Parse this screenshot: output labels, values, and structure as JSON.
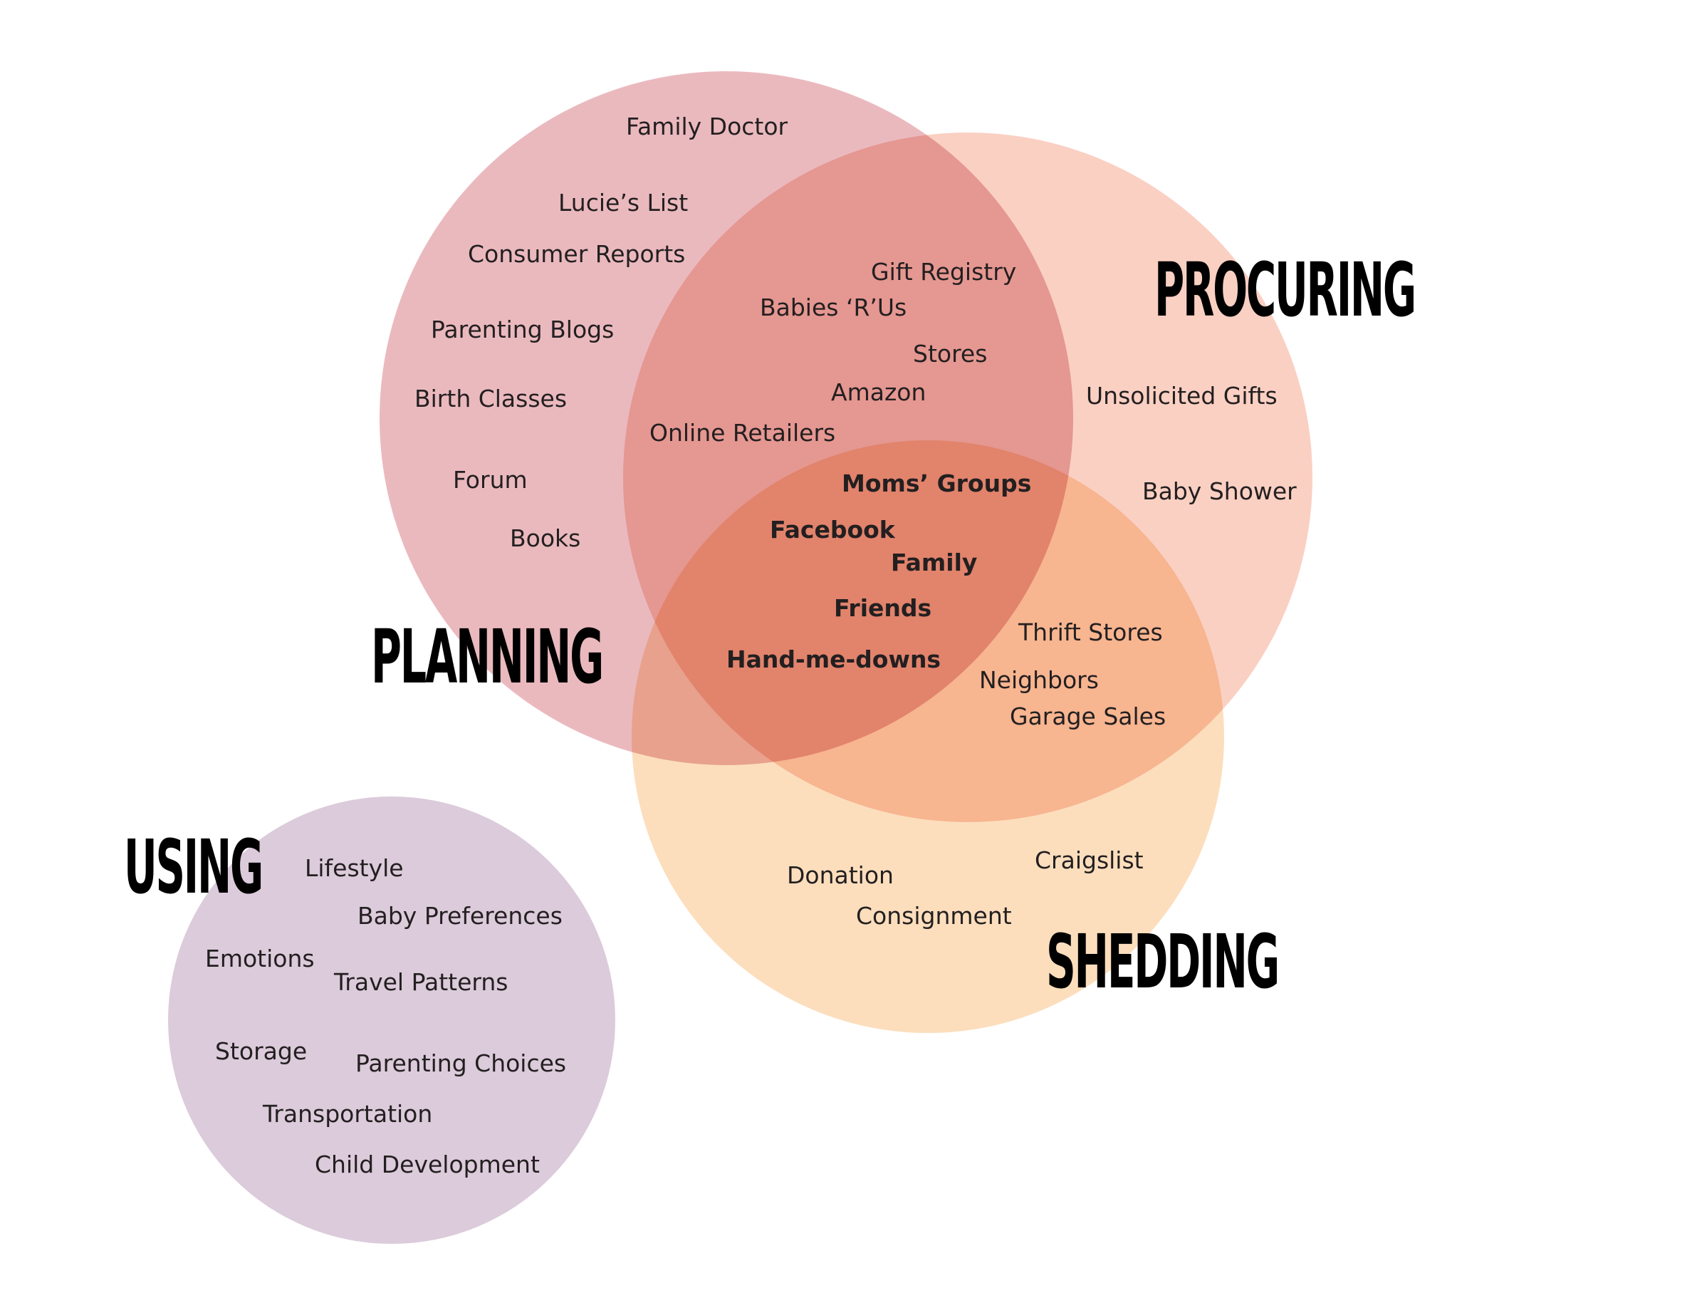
{
  "colors": {
    "planning": "#e3a2a8",
    "procuring": "#f8b6a3",
    "shedding": "#fbd3a7",
    "using": "#c9afc8",
    "text": "#231f20",
    "heading": "#000000"
  },
  "sets": {
    "planning": "PLANNING",
    "procuring": "PROCURING",
    "shedding": "SHEDDING",
    "using": "USING"
  },
  "items": {
    "family_doctor": "Family Doctor",
    "lucies_list": "Lucie’s List",
    "consumer_reports": "Consumer Reports",
    "parenting_blogs": "Parenting Blogs",
    "birth_classes": "Birth Classes",
    "forum": "Forum",
    "books": "Books",
    "gift_registry": "Gift Registry",
    "babies_r_us": "Babies ‘R’Us",
    "stores": "Stores",
    "amazon": "Amazon",
    "online_retailers": "Online Retailers",
    "unsolicited_gifts": "Unsolicited Gifts",
    "baby_shower": "Baby Shower",
    "moms_groups": "Moms’ Groups",
    "facebook": "Facebook",
    "family": "Family",
    "friends": "Friends",
    "hand_me_downs": "Hand-me-downs",
    "thrift_stores": "Thrift Stores",
    "neighbors": "Neighbors",
    "garage_sales": "Garage Sales",
    "donation": "Donation",
    "craigslist": "Craigslist",
    "consignment": "Consignment",
    "lifestyle": "Lifestyle",
    "baby_preferences": "Baby Preferences",
    "emotions": "Emotions",
    "travel_patterns": "Travel Patterns",
    "storage": "Storage",
    "parenting_choices": "Parenting Choices",
    "transportation": "Transportation",
    "child_development": "Child Development"
  }
}
